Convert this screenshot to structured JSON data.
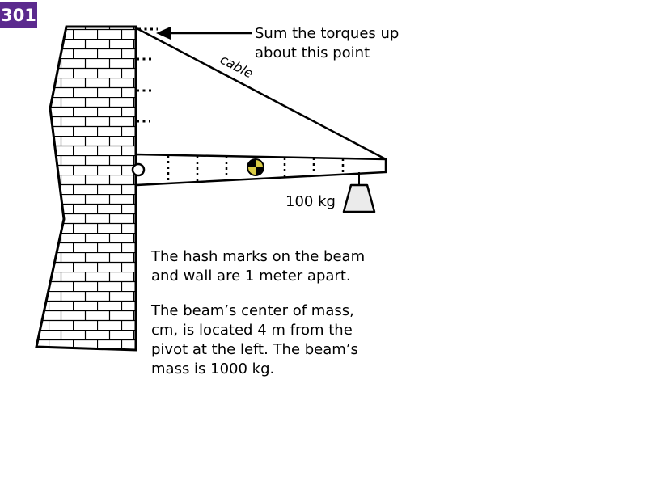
{
  "slide_number": "301",
  "annotations": {
    "torque_note": "Sum the torques up\nabout this point",
    "cable_label": "cable",
    "mass_label": "100 kg",
    "note_hash_marks": "The hash marks on the beam\nand wall are 1 meter apart.",
    "note_center_of_mass": "The beam’s center of mass,\ncm, is located 4 m from the\npivot at the left. The beam’s\nmass is 1000 kg."
  },
  "colors": {
    "badge_background": "#5b2a8e",
    "badge_text": "#ffffff",
    "line_color": "#000000",
    "cm_marker_yellow": "#d9ca45",
    "weight_fill": "#ebebeb"
  }
}
